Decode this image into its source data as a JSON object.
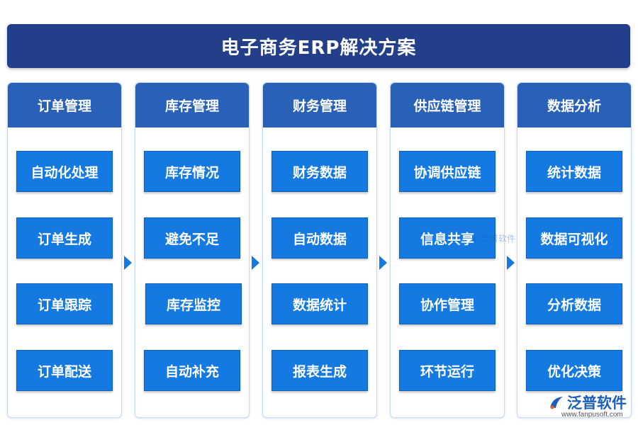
{
  "title": "电子商务ERP解决方案",
  "colors": {
    "title_bg": "#243f8a",
    "header_bg": "#2a61b8",
    "item_bg": "#1479e0"
  },
  "columns": [
    {
      "header": "订单管理",
      "items": [
        "自动化处理",
        "订单生成",
        "订单跟踪",
        "订单配送"
      ]
    },
    {
      "header": "库存管理",
      "items": [
        "库存情况",
        "避免不足",
        "库存监控",
        "自动补充"
      ]
    },
    {
      "header": "财务管理",
      "items": [
        "财务数据",
        "自动数据",
        "数据统计",
        "报表生成"
      ]
    },
    {
      "header": "供应链管理",
      "items": [
        "协调供应链",
        "信息共享",
        "协作管理",
        "环节运行"
      ]
    },
    {
      "header": "数据分析",
      "items": [
        "统计数据",
        "数据可视化",
        "分析数据",
        "优化决策"
      ]
    }
  ],
  "logo": {
    "name": "泛普软件",
    "url": "www.fanpusoft.com",
    "icon": "fanpu-logo-icon"
  },
  "watermark": {
    "text": "泛普软件"
  }
}
